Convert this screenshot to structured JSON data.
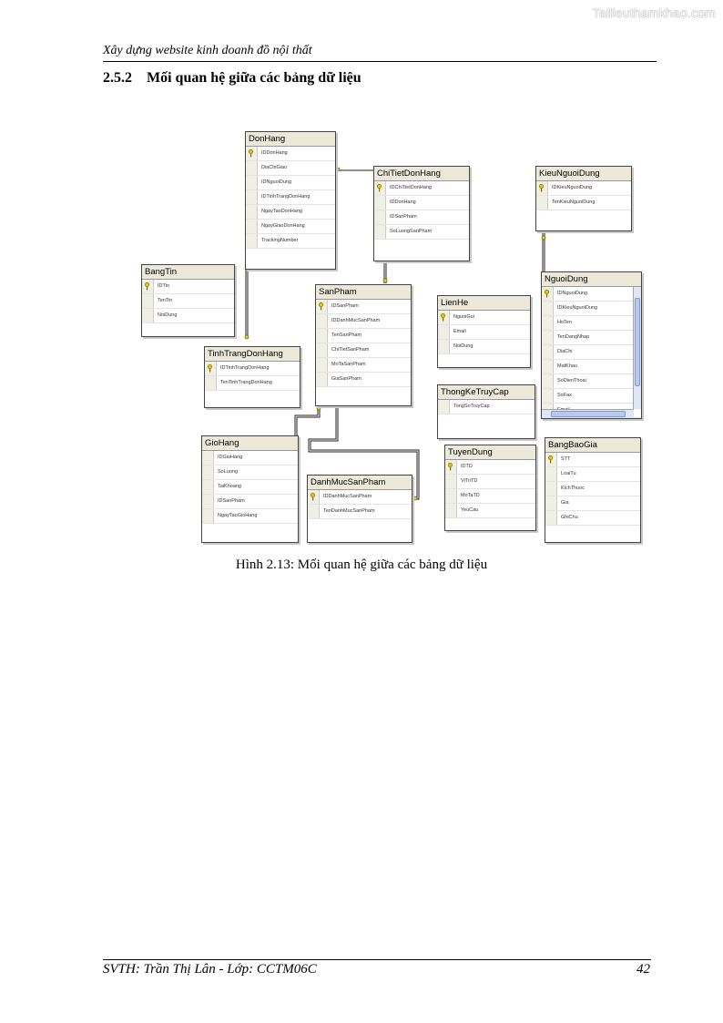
{
  "watermark": "Tailieuthamkhao.com",
  "header": {
    "title": "Xây dựng website kinh doanh đồ nội thất"
  },
  "section": {
    "number": "2.5.2",
    "title": "Mối quan hệ giữa các bảng dữ liệu"
  },
  "figure": {
    "caption": "Hình 2.13: Mối quan hệ giữa các bảng dữ liệu",
    "key_icon": "primary-key-icon",
    "tables": {
      "donhang": {
        "name": "DonHang",
        "columns": [
          "IDDonHang",
          "DiaChiGiao",
          "IDNguoiDung",
          "IDTinhTrangDonHang",
          "NgayTaoDonHang",
          "NgayGiaoDonHang",
          "TrackingNumber"
        ]
      },
      "chitietdonhang": {
        "name": "ChiTietDonHang",
        "columns": [
          "IDChiTietDonHang",
          "IDDonHang",
          "IDSanPham",
          "SoLuongSanPham"
        ]
      },
      "kieunguoidung": {
        "name": "KieuNguoiDung",
        "columns": [
          "IDKieuNguoiDung",
          "TenKieuNguoiDung"
        ]
      },
      "bangtin": {
        "name": "BangTin",
        "columns": [
          "IDTin",
          "TenTin",
          "NoiDung"
        ]
      },
      "sanpham": {
        "name": "SanPham",
        "columns": [
          "IDSanPham",
          "IDDanhMucSanPham",
          "TenSanPham",
          "ChiTietSanPham",
          "MoTaSanPham",
          "GiaSanPham"
        ]
      },
      "lienhe": {
        "name": "LienHe",
        "columns": [
          "NguoiGui",
          "Email",
          "NoiDung"
        ]
      },
      "nguoidung": {
        "name": "NguoiDung",
        "columns": [
          "IDNguoiDung",
          "IDKieuNguoiDung",
          "HoTen",
          "TenDangNhap",
          "DiaChi",
          "MatKhau",
          "SoDienThoai",
          "SoFax",
          "Email"
        ]
      },
      "tinhtrangdonhang": {
        "name": "TinhTrangDonHang",
        "columns": [
          "IDTinhTrangDonHang",
          "TenTinhTrangDonHang"
        ]
      },
      "thongketruycap": {
        "name": "ThongKeTruyCap",
        "columns": [
          "TongSoTruyCap"
        ]
      },
      "giohang": {
        "name": "GioHang",
        "columns": [
          "IDGioHang",
          "SoLuong",
          "TaiKhoang",
          "IDSanPham",
          "NgayTaoGioHang"
        ]
      },
      "danhmucsanpham": {
        "name": "DanhMucSanPham",
        "columns": [
          "IDDanhMucSanPham",
          "TenDanhMucSanPham"
        ]
      },
      "tuyendung": {
        "name": "TuyenDung",
        "columns": [
          "IDTD",
          "ViTriTD",
          "MoTaTD",
          "YeuCau"
        ]
      },
      "bangbaogia": {
        "name": "BangBaoGia",
        "columns": [
          "STT",
          "LoaiTu",
          "KichThuoc",
          "Gia",
          "GhiChu"
        ]
      }
    }
  },
  "footer": {
    "left": "SVTH: Trần Thị Lân - Lớp: CCTM06C",
    "page": "42"
  }
}
